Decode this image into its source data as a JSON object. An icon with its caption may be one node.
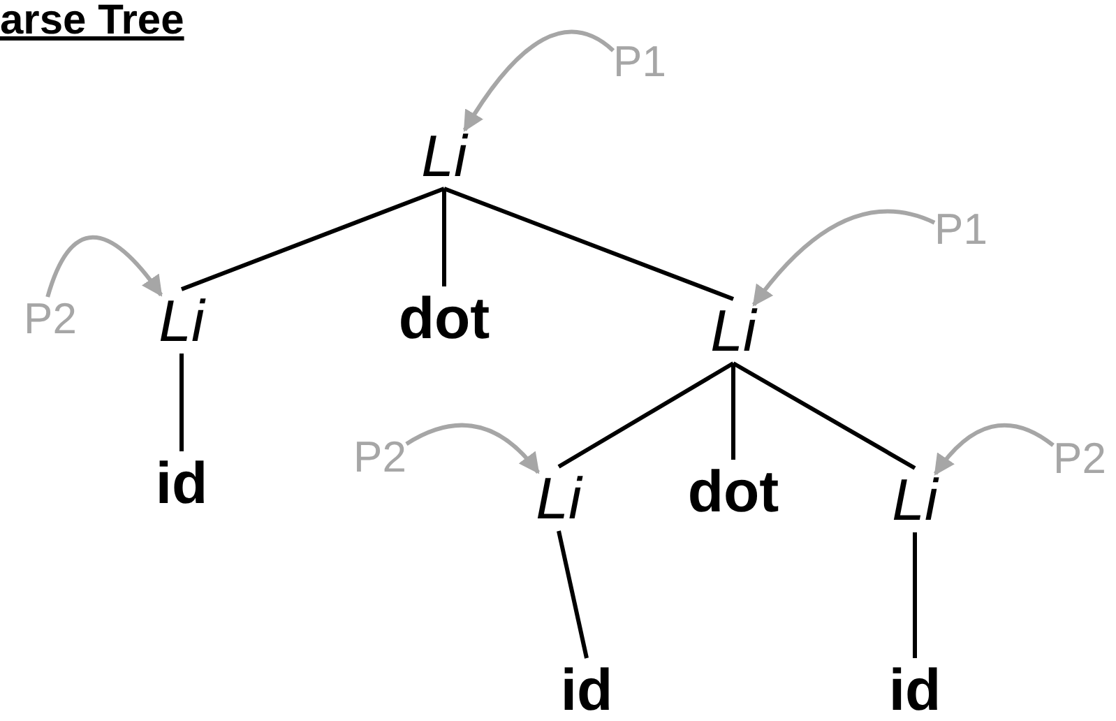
{
  "diagram": {
    "title": "arse Tree",
    "nodes": [
      {
        "text": [
          "P1"
        ]
      },
      {
        "text": [
          "Li"
        ]
      },
      {
        "text": [
          "P2"
        ]
      },
      {
        "text": [
          "Li"
        ]
      },
      {
        "text": [
          "dot"
        ]
      },
      {
        "text": [
          "P1"
        ]
      },
      {
        "text": [
          "Li"
        ]
      },
      {
        "text": [
          "id"
        ]
      },
      {
        "text": [
          "P2"
        ]
      },
      {
        "text": [
          "Li"
        ]
      },
      {
        "text": [
          "dot"
        ]
      },
      {
        "text": [
          "Li"
        ]
      },
      {
        "text": [
          "P2"
        ]
      },
      {
        "text": [
          "id"
        ]
      },
      {
        "text": [
          "id"
        ]
      }
    ],
    "edges": [
      {
        "from": 1,
        "to": 3,
        "arrow": "none"
      },
      {
        "from": 1,
        "to": 4,
        "arrow": "none"
      },
      {
        "from": 1,
        "to": 6,
        "arrow": "none"
      },
      {
        "from": 3,
        "to": 7,
        "arrow": "none"
      },
      {
        "from": 6,
        "to": 9,
        "arrow": "none"
      },
      {
        "from": 6,
        "to": 10,
        "arrow": "none"
      },
      {
        "from": 6,
        "to": 11,
        "arrow": "none"
      },
      {
        "from": 9,
        "to": 13,
        "arrow": "none"
      },
      {
        "from": 11,
        "to": 14,
        "arrow": "none"
      },
      {
        "from": 0,
        "to": 1,
        "arrow": "to",
        "color": "#a6a6a6"
      },
      {
        "from": 2,
        "to": 3,
        "arrow": "to",
        "color": "#a6a6a6"
      },
      {
        "from": 5,
        "to": 6,
        "arrow": "to",
        "color": "#a6a6a6"
      },
      {
        "from": 8,
        "to": 9,
        "arrow": "to",
        "color": "#a6a6a6"
      },
      {
        "from": 12,
        "to": 11,
        "arrow": "to",
        "color": "#a6a6a6"
      }
    ]
  }
}
